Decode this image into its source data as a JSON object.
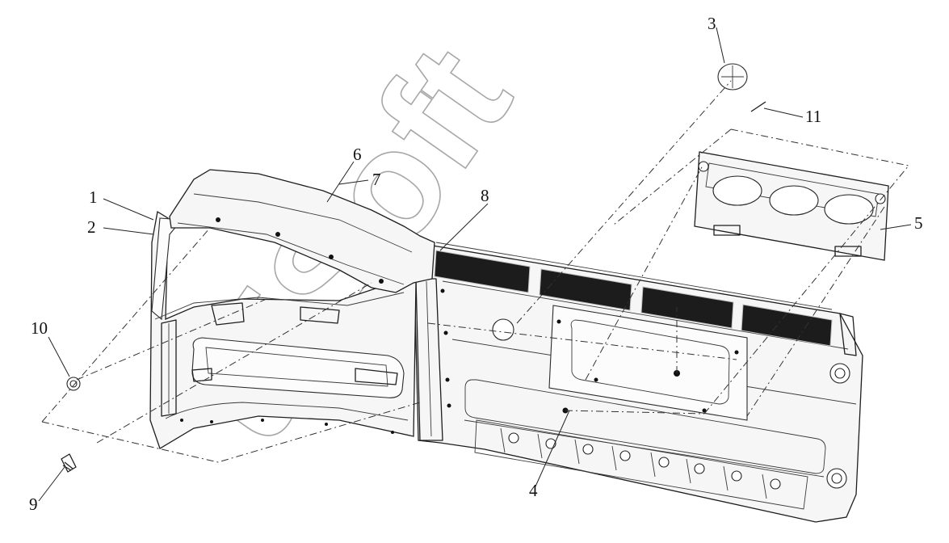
{
  "diagram": {
    "callouts": [
      "1",
      "2",
      "3",
      "4",
      "5",
      "6",
      "7",
      "8",
      "9",
      "10",
      "11"
    ],
    "watermark": "uiSoft"
  }
}
